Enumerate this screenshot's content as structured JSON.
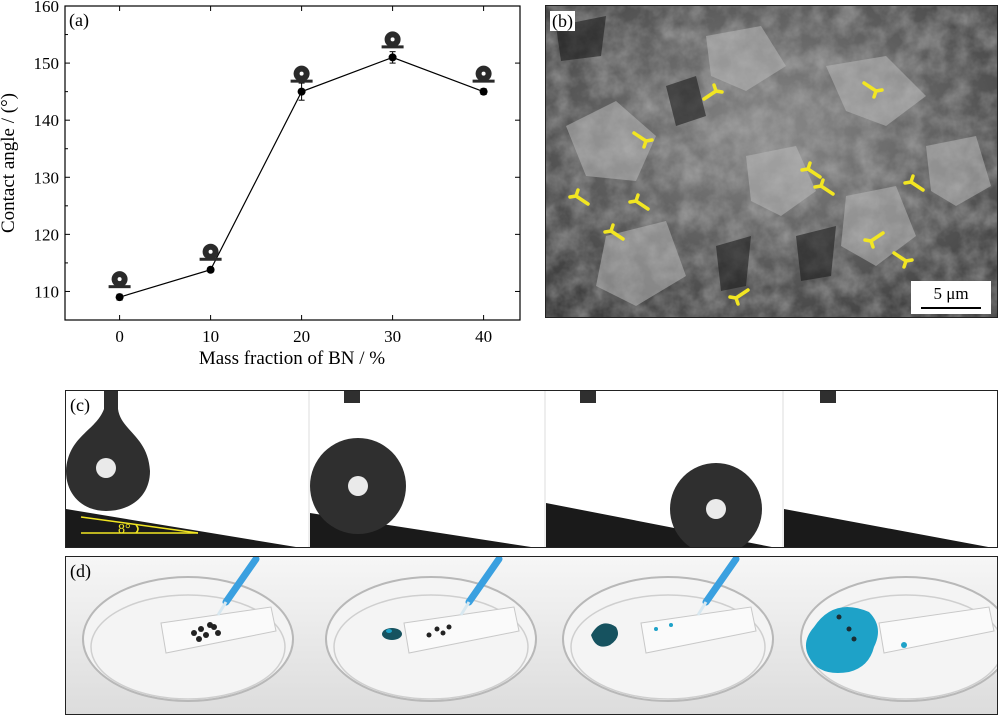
{
  "figure": {
    "panel_a_label": "(a)",
    "panel_b_label": "(b)",
    "panel_c_label": "(c)",
    "panel_d_label": "(d)",
    "scale_bar_label": "5 μm",
    "tilt_angle_label": "8°",
    "sem_arrow_color": "#f2e622",
    "dye_color": "#1ea2c8",
    "pipette_color": "#3aa0e0"
  },
  "chart_data": {
    "type": "line",
    "title": "",
    "xlabel": "Mass fraction of BN / %",
    "ylabel": "Contact angle / (°)",
    "xlim": [
      -6,
      44
    ],
    "ylim": [
      105,
      160
    ],
    "xticks": [
      0,
      10,
      20,
      30,
      40
    ],
    "yticks": [
      110,
      120,
      130,
      140,
      150,
      160
    ],
    "grid": false,
    "series": [
      {
        "x": [
          0,
          10,
          20,
          30,
          40
        ],
        "y": [
          109,
          113.8,
          145,
          151,
          145
        ],
        "err": [
          0.5,
          0.4,
          1.5,
          1.0,
          0.5
        ]
      }
    ],
    "droplet_insets_at": [
      0,
      10,
      20,
      30,
      40
    ]
  }
}
